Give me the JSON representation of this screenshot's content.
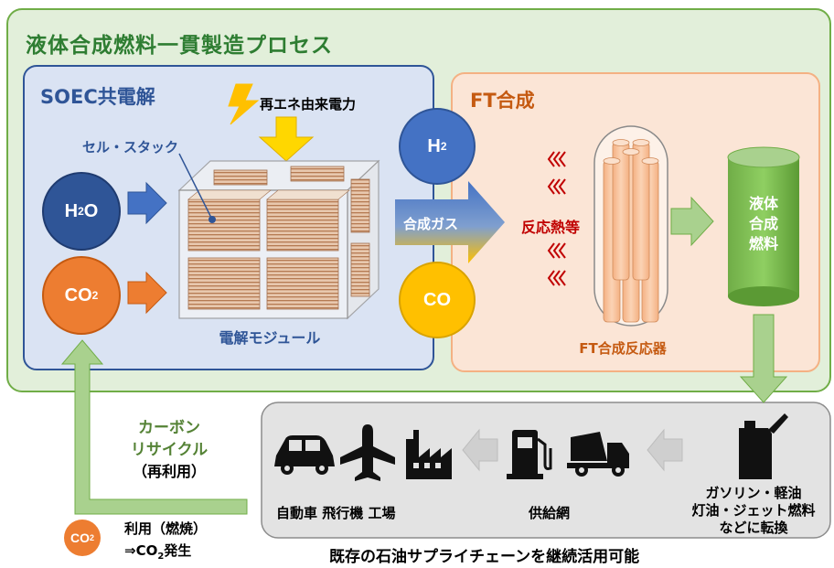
{
  "title": "液体合成燃料一貫製造プロセス",
  "soec": {
    "title": "SOEC共電解",
    "power_label": "再エネ由来電力",
    "cell_stack_label": "セル・スタック",
    "module_label": "電解モジュール"
  },
  "inputs": {
    "h2o": {
      "main": "H",
      "sub": "2",
      "tail": "O"
    },
    "co2": {
      "main": "CO",
      "sub": "2"
    }
  },
  "outputs": {
    "h2": {
      "main": "H",
      "sub": "2"
    },
    "co": {
      "main": "CO"
    },
    "syngas_label": "合成ガス"
  },
  "ft": {
    "title": "FT合成",
    "heat_label": "反応熱等",
    "reactor_label": "FT合成反応器",
    "product_lines": [
      "液体",
      "合成",
      "燃料"
    ]
  },
  "supply_chain": {
    "label_lines": [
      "ガソリン・軽油",
      "灯油・ジェット燃料",
      "などに転換"
    ],
    "network_label": "供給網",
    "uses_label": "自動車 飛行機 工場",
    "footer": "既存の石油サプライチェーンを継続活用可能"
  },
  "recycle": {
    "lines": [
      "カーボン",
      "リサイクル",
      "（再利用）"
    ]
  },
  "usage": {
    "co2_main": "CO",
    "co2_sub": "2",
    "line1": "利用（燃焼）",
    "line2_prefix": "⇒CO",
    "line2_sub": "2",
    "line2_suffix": "発生"
  },
  "colors": {
    "outer_green_fill": "#e2efda",
    "outer_green_border": "#70ad47",
    "soec_blue_fill": "#dae3f3",
    "soec_blue_border": "#2f5597",
    "ft_orange_fill": "#fbe5d6",
    "ft_orange_border": "#f4b183",
    "h2o_blue": "#2f5597",
    "co2_orange": "#ed7d31",
    "h2_blue": "#4472c4",
    "co_yellow": "#ffc000",
    "arrow_green": "#a9d18e",
    "heat_red": "#c00000",
    "supply_gray": "#d9d9d9"
  }
}
